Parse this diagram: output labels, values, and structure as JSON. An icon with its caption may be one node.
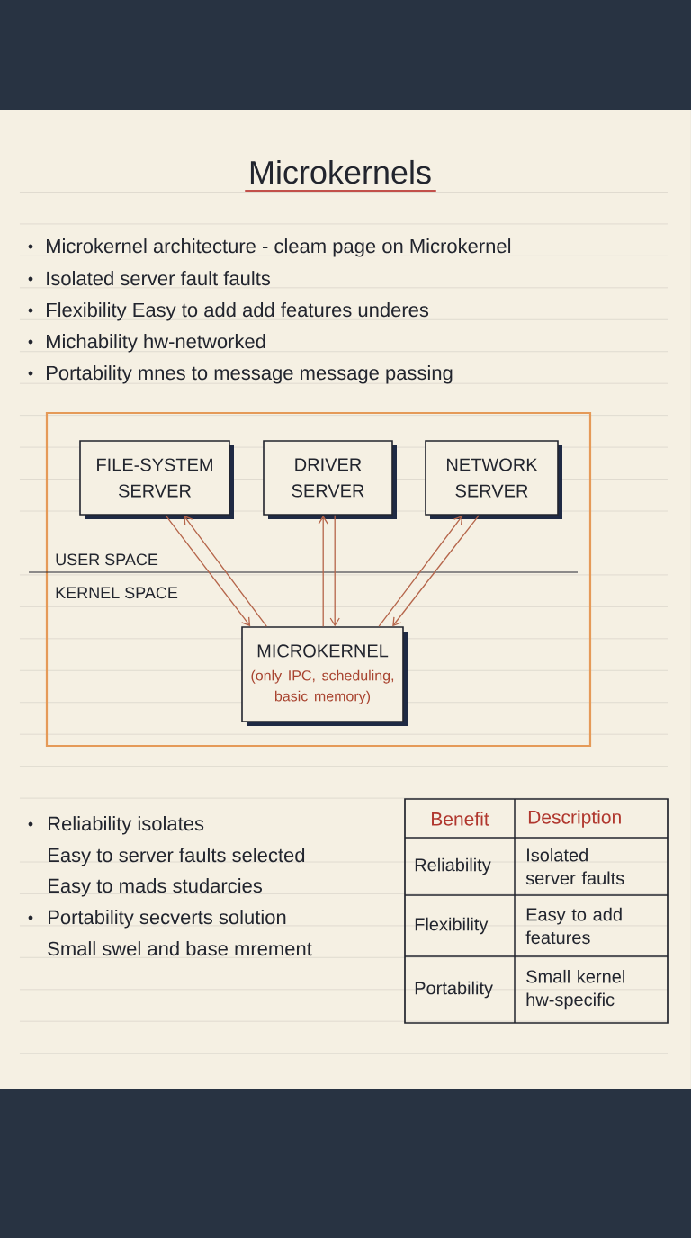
{
  "diagram": {
    "title": "Microkernels",
    "nodes": [
      {
        "text": [
          "FILE-SYSTEM SERVER"
        ]
      },
      {
        "text": [
          "DRIVER SERVER"
        ]
      },
      {
        "text": [
          "NETWORK SERVER"
        ]
      },
      {
        "text": [
          "MICROKERNEL",
          "(only IPC, scheduling, basic memory)"
        ]
      }
    ],
    "edges": [
      {
        "from": 0,
        "to": 3,
        "arrow": "to"
      },
      {
        "from": 3,
        "to": 0,
        "arrow": "to"
      },
      {
        "from": 3,
        "to": 1,
        "arrow": "to"
      },
      {
        "from": 1,
        "to": 3,
        "arrow": "to"
      },
      {
        "from": 3,
        "to": 2,
        "arrow": "to"
      },
      {
        "from": 2,
        "to": 3,
        "arrow": "to"
      }
    ],
    "labels": [
      "Microkernel architecture - cleam page on Microkernel",
      "Isolated server fault faults",
      "Flexibility Easy to add add features underes",
      "Michability hw-networked",
      "Portability mnes to message message passing",
      "USER SPACE",
      "KERNEL SPACE",
      "Reliability isolates",
      "Easy to server faults selected",
      "Easy to mads studarcies",
      "Portability secverts solution",
      "Small swel and base mrement",
      "Benefit",
      "Description",
      "Reliability",
      "Isolated server faults",
      "Flexibility",
      "Easy to add features",
      "Portability",
      "Small kernel hw-specific"
    ]
  }
}
